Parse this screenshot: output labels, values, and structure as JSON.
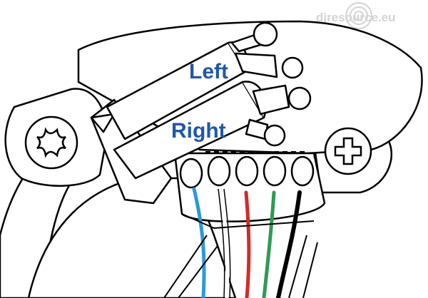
{
  "labels": {
    "left": "Left",
    "right": "Right"
  },
  "watermark": {
    "text": "djresource.eu"
  },
  "colors": {
    "outline": "#000000",
    "label": "#1f57a8",
    "watermark": "#d4d4d4",
    "wire_blue": "#2a9ad6",
    "wire_white": "#ffffff",
    "wire_red": "#d42a2a",
    "wire_green": "#2e9a56",
    "wire_black": "#000000"
  },
  "wires": [
    {
      "name": "blue",
      "color": "#2a9ad6"
    },
    {
      "name": "white",
      "color": "#ffffff"
    },
    {
      "name": "red",
      "color": "#d42a2a"
    },
    {
      "name": "green",
      "color": "#2e9a56"
    },
    {
      "name": "black",
      "color": "#000000"
    }
  ]
}
